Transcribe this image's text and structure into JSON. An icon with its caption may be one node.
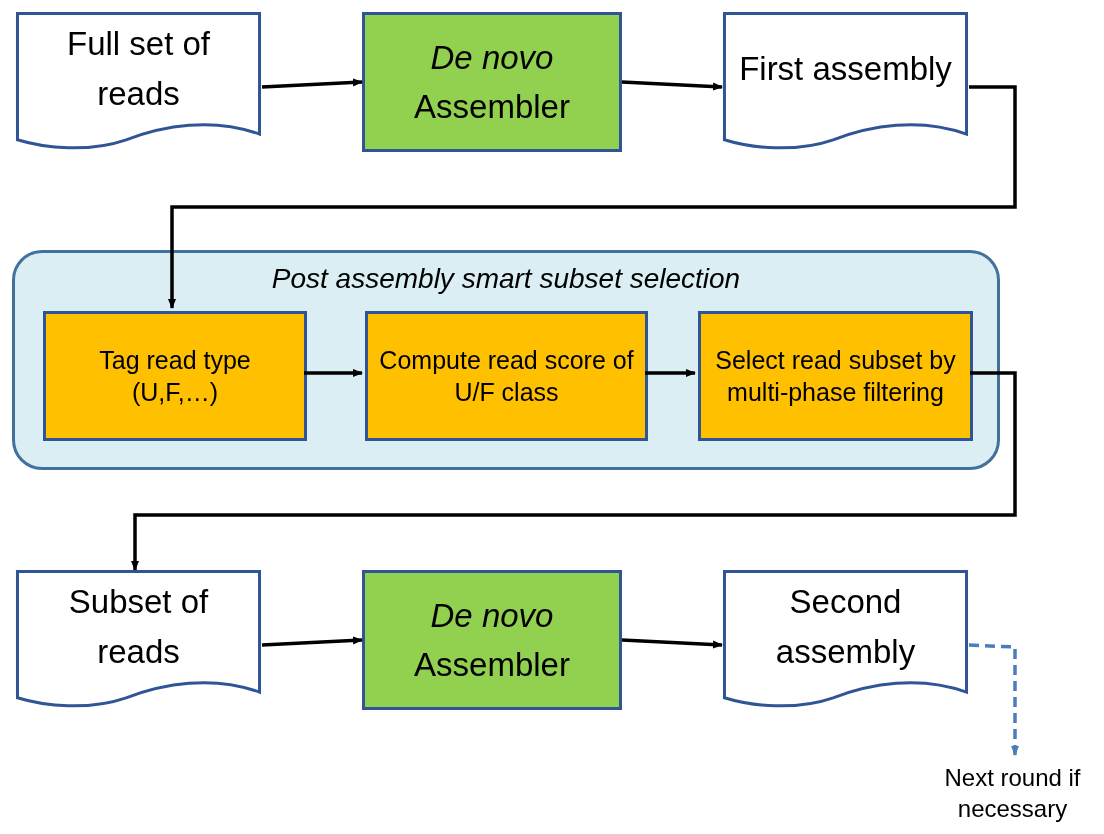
{
  "diagram": {
    "nodes": [
      {
        "text": [
          "Full set of reads"
        ]
      },
      {
        "text": [
          "*De novo* Assembler"
        ]
      },
      {
        "text": [
          "First assembly"
        ]
      },
      {
        "text": [
          "Post assembly smart subset selection"
        ]
      },
      {
        "text": [
          "Tag read type (U,F,…)"
        ],
        "in": 3
      },
      {
        "text": [
          "Compute read score of U/F class"
        ],
        "in": 3
      },
      {
        "text": [
          "Select read subset by multi-phase filtering"
        ],
        "in": 3
      },
      {
        "text": [
          "Subset of reads"
        ]
      },
      {
        "text": [
          "*De novo* Assembler"
        ]
      },
      {
        "text": [
          "Second assembly"
        ]
      },
      {
        "text": [
          "Next round if necessary"
        ]
      }
    ],
    "edges": [
      {
        "from": 0,
        "to": 1,
        "arrow": "to"
      },
      {
        "from": 1,
        "to": 2,
        "arrow": "to"
      },
      {
        "from": 2,
        "to": 4,
        "arrow": "to"
      },
      {
        "from": 4,
        "to": 5,
        "arrow": "to"
      },
      {
        "from": 5,
        "to": 6,
        "arrow": "to"
      },
      {
        "from": 6,
        "to": 7,
        "arrow": "to"
      },
      {
        "from": 7,
        "to": 8,
        "arrow": "to"
      },
      {
        "from": 8,
        "to": 9,
        "arrow": "to"
      },
      {
        "from": 9,
        "to": 10,
        "arrow": "to",
        "style": "dashed",
        "color": "#4a7ebb"
      }
    ]
  }
}
